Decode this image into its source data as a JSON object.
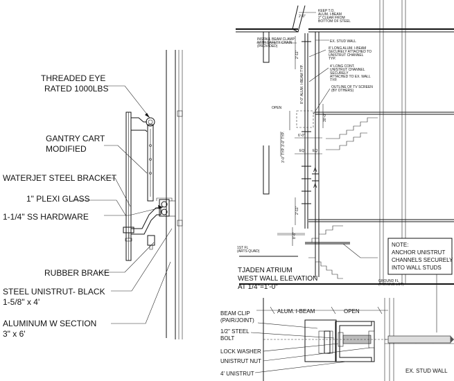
{
  "left_detail": {
    "labels": {
      "threaded_eye_1": "THREADED EYE",
      "threaded_eye_2": "RATED 1000LBS",
      "gantry_cart_1": "GANTRY CART",
      "gantry_cart_2": "MODIFIED",
      "waterjet_bracket": "WATERJET STEEL BRACKET",
      "plexi_glass": "1\" PLEXI GLASS",
      "ss_hardware": "1-1/4\" SS HARDWARE",
      "rubber_brake": "RUBBER BRAKE",
      "unistrut_1": "STEEL UNISTRUT- BLACK",
      "unistrut_2": "1-5/8\" x 4'",
      "aluminum_w_1": "ALUMINUM  W SECTION",
      "aluminum_w_2": "3\" x 6'"
    }
  },
  "elevation": {
    "title_1": "TJADEN ATRIUM",
    "title_2": "WEST WALL ELEVATION",
    "title_3": "AT 1/4\"=1'-0\"",
    "notes": {
      "keep_1": "KEEP T.O.",
      "keep_2": "ALUM. I-BEAM",
      "keep_3": "2\" CLEAR FROM",
      "keep_4": "BOTTOM OF STEEL",
      "ex_stud": "EX. STUD WALL",
      "clamp_1": "INSTALL BEAM CLAMP",
      "clamp_2": "WITH SAFETY CHAIN",
      "clamp_3": "(PROVIDED)",
      "ibeam_1": "8' LONG ALUM. I-BEAM",
      "ibeam_2": "SECURELY ATTACHED TO",
      "ibeam_3": "UNISTRUT CHANNEL",
      "ibeam_4": "TYP.",
      "cont_1": "4' LONG CONT.",
      "cont_2": "UNISTRUT CHANNEL",
      "cont_3": "SECURELY",
      "cont_4": "ATTACHED TO EX. WALL",
      "cont_5": "TYP.",
      "tv_1": "OUTLINE OF TV SCREEN",
      "tv_2": "(BY OTHERS)",
      "open": "OPEN",
      "first_fl_1": "1ST FL",
      "first_fl_2": "(ARTS QUAD)",
      "ground_fl_1": "GROUND FL",
      "ground_fl_2": "(PARKING LOT)"
    },
    "dims": {
      "d_2_0": "2'-0\"",
      "d_2_11_top": "2'-11\"",
      "d_beam": "8'-0\" ALUM. I-BEAM TYP.",
      "d_30": "30'-0\"",
      "d_6_0": "6'-0\"",
      "d_typ": "3'-0\" TYP.  3'-0\" TYP.",
      "eq": "EQ",
      "section": "A",
      "d_2_11_bot": "2'-11\"",
      "d_8_6": "8'-6\""
    }
  },
  "note": {
    "heading": "NOTE:",
    "line1": "ANCHOR UNISTRUT",
    "line2": "CHANNELS SECURELY",
    "line3": "INTO WALL STUDS"
  },
  "plan_detail": {
    "alum_ibeam": "ALUM. I-BEAM",
    "open": "OPEN",
    "beam_clip_1": "BEAM CLIP",
    "beam_clip_2": "(PAIR/JOINT)",
    "bolt_1": "1/2\" STEEL",
    "bolt_2": "BOLT",
    "lock_washer": "LOCK WASHER",
    "unistrut_nut": "UNISTRUT NUT",
    "unistrut": "4' UNISTRUT",
    "ex_stud": "EX. STUD WALL"
  }
}
